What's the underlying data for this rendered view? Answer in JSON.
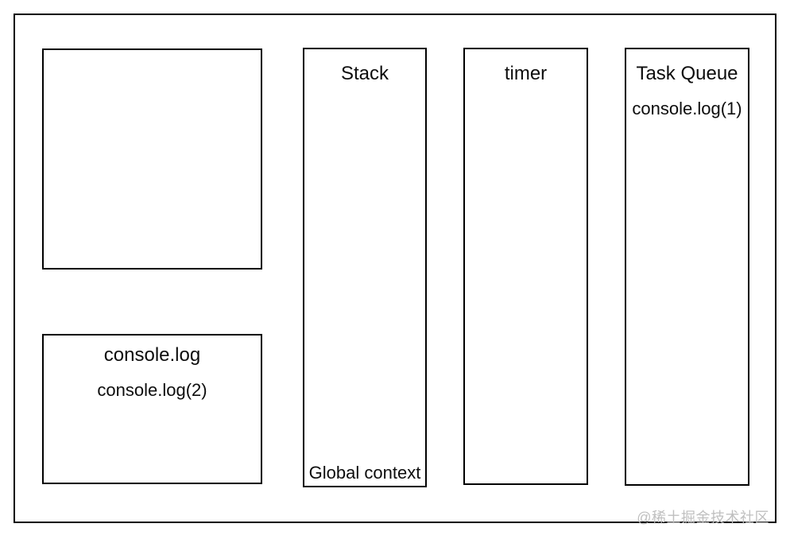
{
  "boxes": {
    "console": {
      "title": "console.log",
      "items": [
        "console.log(2)"
      ]
    },
    "stack": {
      "title": "Stack",
      "footer": "Global context"
    },
    "timer": {
      "title": "timer"
    },
    "task_queue": {
      "title": "Task Queue",
      "items": [
        "console.log(1)"
      ]
    }
  },
  "watermark": "@稀土掘金技术社区",
  "colors": {
    "line": "#000000",
    "background": "#ffffff",
    "text": "#0d0d0d",
    "watermark": "#bfbfbf"
  }
}
